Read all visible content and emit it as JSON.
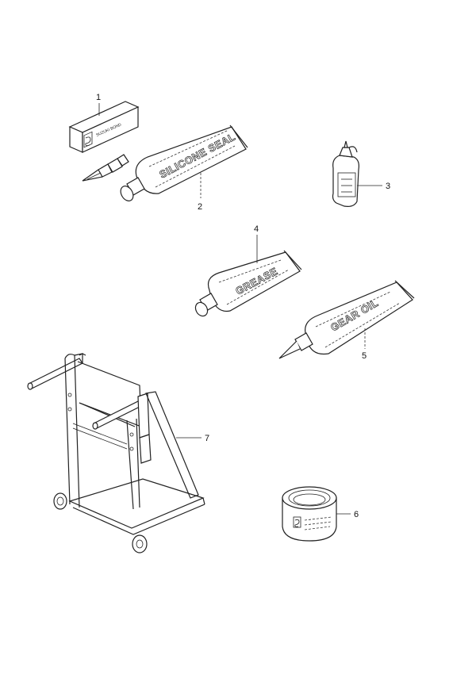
{
  "parts": [
    {
      "number": "1",
      "product_text": "SUZUKI BOND"
    },
    {
      "number": "2",
      "tube_label": "SILICONE SEAL"
    },
    {
      "number": "3"
    },
    {
      "number": "4",
      "tube_label": "GREASE"
    },
    {
      "number": "5",
      "tube_label": "GEAR OIL"
    },
    {
      "number": "6"
    },
    {
      "number": "7"
    }
  ],
  "colors": {
    "line": "#222222",
    "background": "#ffffff"
  },
  "icons": {
    "brand_logo": "suzuki-s-logo-icon"
  }
}
